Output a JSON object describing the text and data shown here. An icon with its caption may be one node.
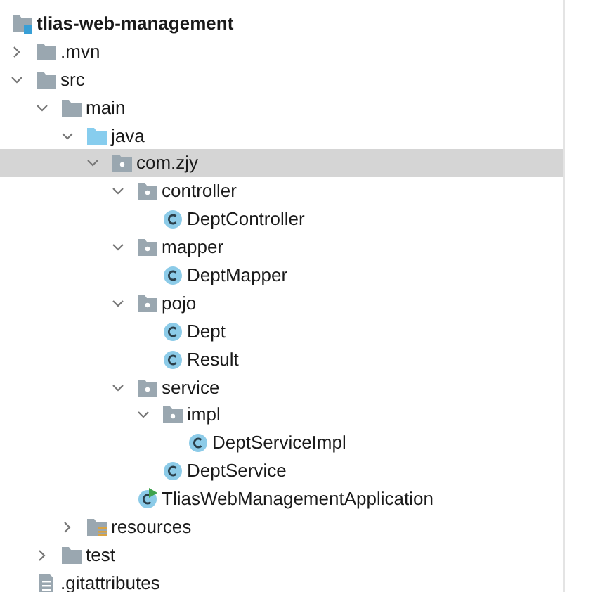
{
  "diagram": {
    "nodes": [
      {
        "text": [
          "tlias-web-management"
        ]
      },
      {
        "text": [
          ".mvn"
        ]
      },
      {
        "text": [
          "src"
        ]
      },
      {
        "text": [
          "main"
        ]
      },
      {
        "text": [
          "java"
        ]
      },
      {
        "text": [
          "com.zjy"
        ]
      },
      {
        "text": [
          "controller"
        ]
      },
      {
        "text": [
          "DeptController"
        ]
      },
      {
        "text": [
          "mapper"
        ]
      },
      {
        "text": [
          "DeptMapper"
        ]
      },
      {
        "text": [
          "pojo"
        ]
      },
      {
        "text": [
          "Dept"
        ]
      },
      {
        "text": [
          "Result"
        ]
      },
      {
        "text": [
          "service"
        ]
      },
      {
        "text": [
          "impl"
        ]
      },
      {
        "text": [
          "DeptServiceImpl"
        ]
      },
      {
        "text": [
          "DeptService"
        ]
      },
      {
        "text": [
          "TliasWebManagementApplication"
        ]
      },
      {
        "text": [
          "resources"
        ]
      },
      {
        "text": [
          "test"
        ]
      },
      {
        "text": [
          ".gitattributes"
        ]
      }
    ]
  }
}
